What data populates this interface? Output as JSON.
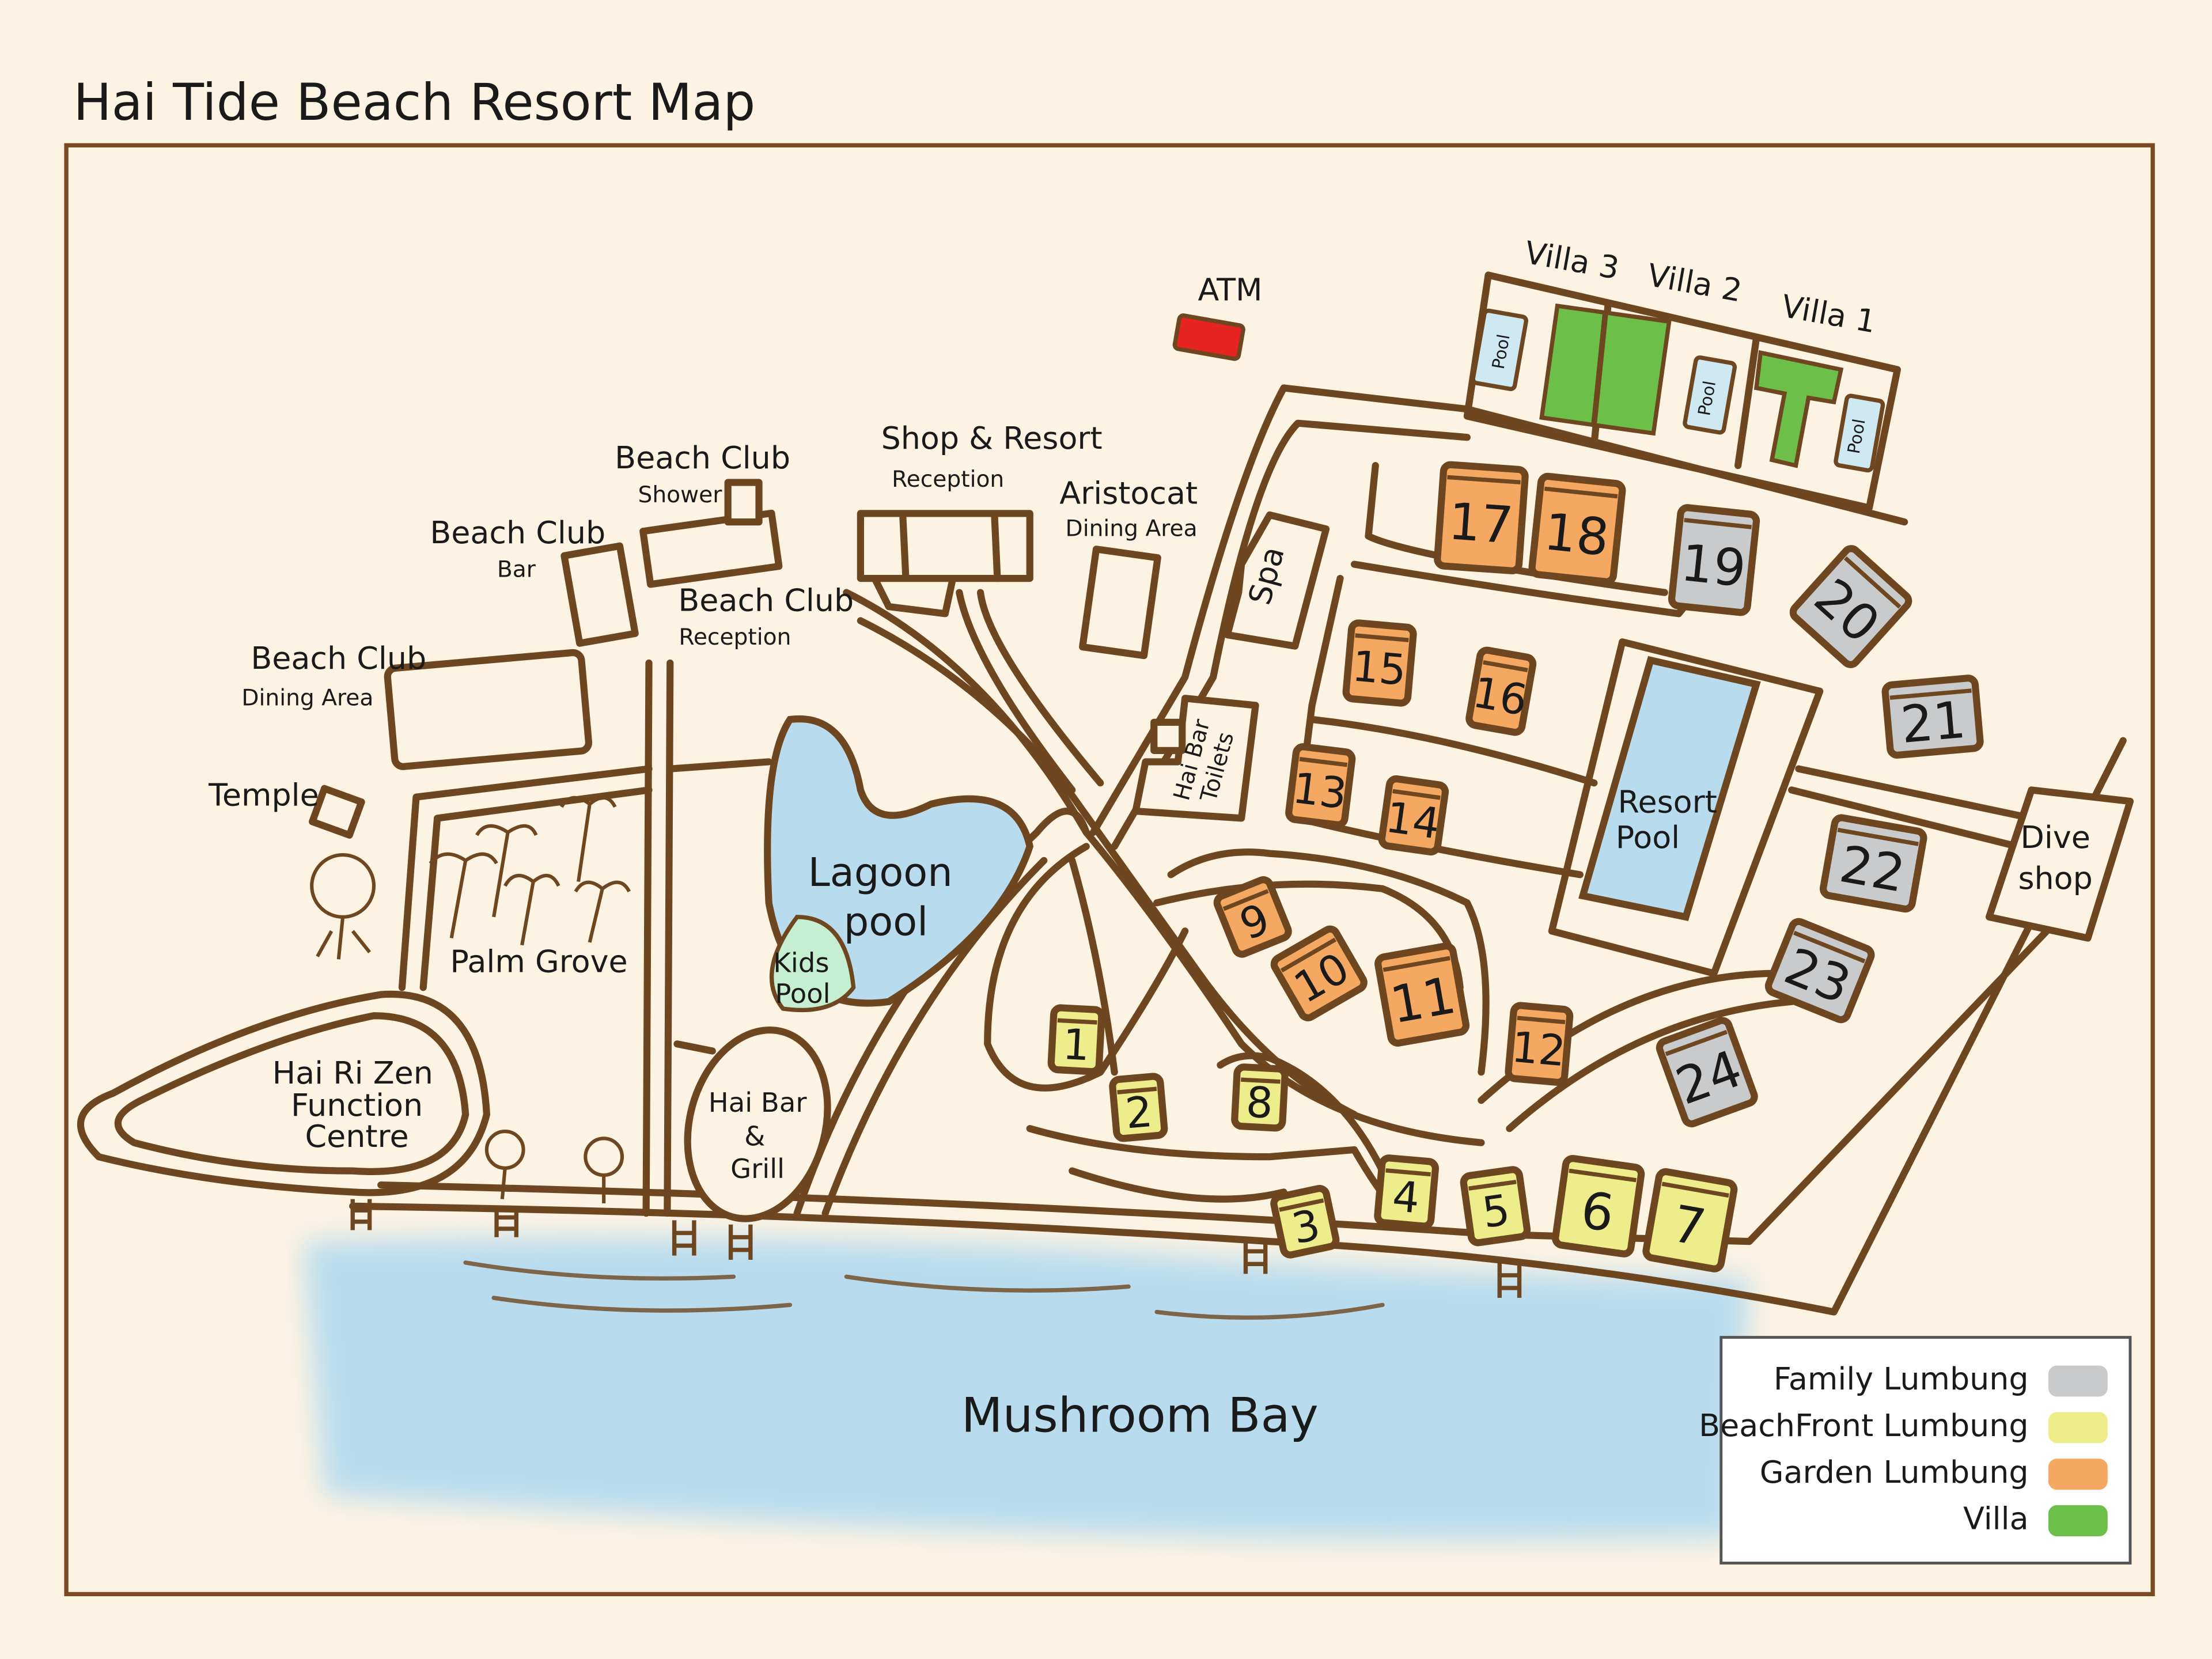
{
  "title": "Hai Tide Beach Resort Map",
  "water_label": "Mushroom Bay",
  "places": {
    "atm": "ATM",
    "villa3": "Villa 3",
    "villa2": "Villa 2",
    "villa1": "Villa 1",
    "pool": "Pool",
    "shop_title": "Shop & Resort",
    "shop_sub": "Reception",
    "aristocat_title": "Aristocat",
    "aristocat_sub": "Dining Area",
    "bc_shower_title": "Beach Club",
    "bc_shower_sub": "Shower",
    "bc_bar_title": "Beach Club",
    "bc_bar_sub": "Bar",
    "bc_reception_title": "Beach Club",
    "bc_reception_sub": "Reception",
    "bc_dining_title": "Beach Club",
    "bc_dining_sub": "Dining Area",
    "temple": "Temple",
    "palm_grove": "Palm Grove",
    "spa": "Spa",
    "toilets_1": "Hai Bar",
    "toilets_2": "Toilets",
    "lagoon_1": "Lagoon",
    "lagoon_2": "pool",
    "kids_1": "Kids",
    "kids_2": "Pool",
    "resort_pool_1": "Resort",
    "resort_pool_2": "Pool",
    "dive_1": "Dive",
    "dive_2": "shop",
    "function_1": "Hai Ri Zen",
    "function_2": "Function",
    "function_3": "Centre",
    "grill_1": "Hai Bar",
    "grill_2": "&",
    "grill_3": "Grill"
  },
  "lumbungs": [
    {
      "number": "1",
      "type": "beachfront"
    },
    {
      "number": "2",
      "type": "beachfront"
    },
    {
      "number": "3",
      "type": "beachfront"
    },
    {
      "number": "4",
      "type": "beachfront"
    },
    {
      "number": "5",
      "type": "beachfront"
    },
    {
      "number": "6",
      "type": "beachfront"
    },
    {
      "number": "7",
      "type": "beachfront"
    },
    {
      "number": "8",
      "type": "beachfront"
    },
    {
      "number": "9",
      "type": "garden"
    },
    {
      "number": "10",
      "type": "garden"
    },
    {
      "number": "11",
      "type": "garden"
    },
    {
      "number": "12",
      "type": "garden"
    },
    {
      "number": "13",
      "type": "garden"
    },
    {
      "number": "14",
      "type": "garden"
    },
    {
      "number": "15",
      "type": "garden"
    },
    {
      "number": "16",
      "type": "garden"
    },
    {
      "number": "17",
      "type": "garden"
    },
    {
      "number": "18",
      "type": "garden"
    },
    {
      "number": "19",
      "type": "family"
    },
    {
      "number": "20",
      "type": "family"
    },
    {
      "number": "21",
      "type": "family"
    },
    {
      "number": "22",
      "type": "family"
    },
    {
      "number": "23",
      "type": "family"
    },
    {
      "number": "24",
      "type": "family"
    }
  ],
  "legend": [
    {
      "label": "Family Lumbung",
      "type": "family",
      "color": "#c9cacc"
    },
    {
      "label": "BeachFront Lumbung",
      "type": "beachfront",
      "color": "#eeed8c"
    },
    {
      "label": "Garden Lumbung",
      "type": "garden",
      "color": "#f4a862"
    },
    {
      "label": "Villa",
      "type": "villa",
      "color": "#6cc04a"
    }
  ],
  "colors": {
    "road": "#6e4720",
    "water": "#b8dcee",
    "atm": "#e52320",
    "background": "#fdf3e3"
  }
}
